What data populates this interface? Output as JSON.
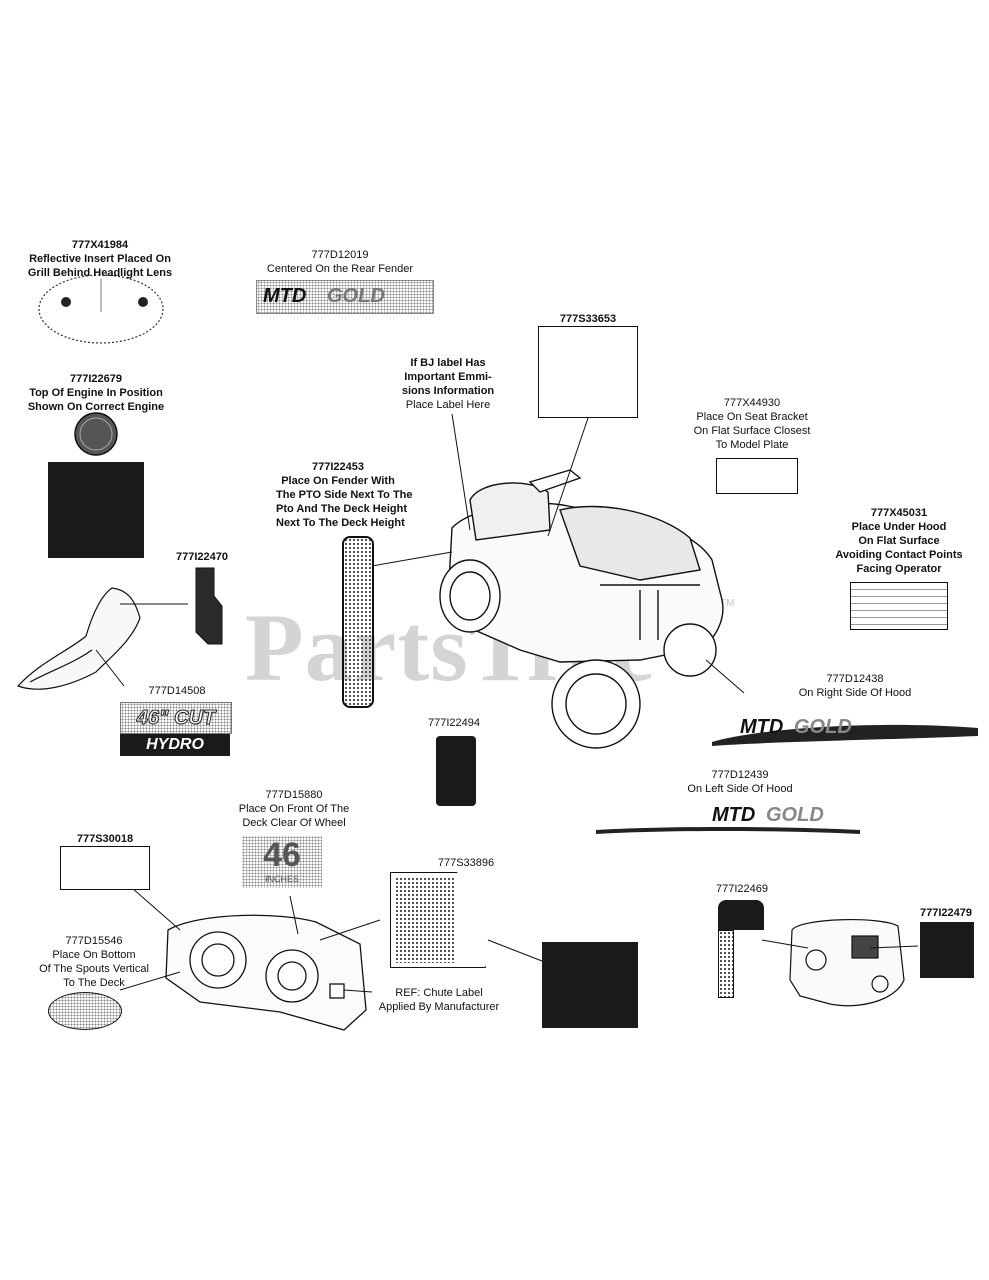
{
  "watermark": {
    "text": "PartsTree",
    "tm": "TM"
  },
  "decals": [
    {
      "part": "777X41984",
      "lines": [
        "Reflective Insert Placed On",
        "Grill Behind Headlight Lens"
      ]
    },
    {
      "part": "777D12019",
      "lines": [
        "Centered On the Rear Fender"
      ]
    },
    {
      "part": "777S33653",
      "lines": []
    },
    {
      "part": "",
      "lines": [
        "If BJ label Has",
        "Important Emmi-",
        "sions Information",
        "Place Label Here"
      ]
    },
    {
      "part": "777I22679",
      "lines": [
        "Top Of Engine In Position",
        "Shown On Correct Engine"
      ]
    },
    {
      "part": "777X44930",
      "lines": [
        "Place On Seat Bracket",
        "On Flat Surface Closest",
        "To Model Plate"
      ]
    },
    {
      "part": "777I22453",
      "lines": [
        "Place On Fender With",
        "The PTO Side Next To The",
        "Pto And The Deck Height",
        "Next To The Deck Height"
      ]
    },
    {
      "part": "777X45031",
      "lines": [
        "Place Under Hood",
        "On Flat Surface",
        "Avoiding Contact Points",
        "Facing Operator"
      ]
    },
    {
      "part": "777I22470",
      "lines": []
    },
    {
      "part": "777D14508",
      "lines": []
    },
    {
      "part": "777D12438",
      "lines": [
        "On Right Side Of Hood"
      ]
    },
    {
      "part": "777I22494",
      "lines": []
    },
    {
      "part": "777D12439",
      "lines": [
        "On Left Side Of Hood"
      ]
    },
    {
      "part": "777D15880",
      "lines": [
        "Place On Front Of The",
        "Deck Clear Of Wheel"
      ]
    },
    {
      "part": "777S30018",
      "lines": []
    },
    {
      "part": "777S33896",
      "lines": []
    },
    {
      "part": "777D15546",
      "lines": [
        "Place On Bottom",
        "Of The Spouts Vertical",
        "To The Deck"
      ]
    },
    {
      "part": "",
      "lines": [
        "REF: Chute Label",
        "Applied By Manufacturer"
      ]
    },
    {
      "part": "777I22469",
      "lines": []
    },
    {
      "part": "777I22479",
      "lines": []
    }
  ],
  "decal_text": {
    "mtd": "MTD",
    "gold": "GOLD",
    "size_46": "46\" CUT",
    "hydro": "HYDRO",
    "deck_46": "46",
    "deck_inches": "INCHES"
  }
}
